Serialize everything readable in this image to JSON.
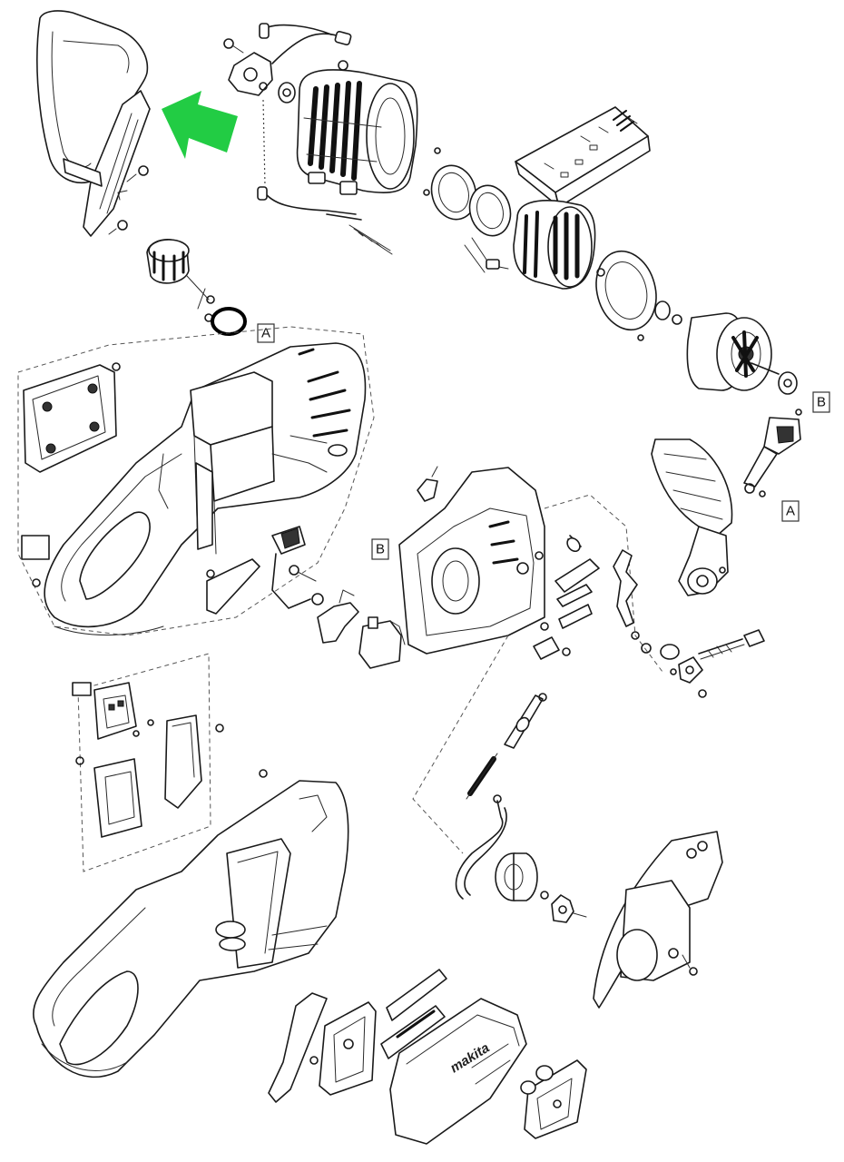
{
  "colors": {
    "highlight_arrow": "#22cc44",
    "line": "#1a1a1a"
  },
  "labels": {
    "ref_a1": "A",
    "ref_b1": "B",
    "ref_a2": "A",
    "ref_b2": "B",
    "brand_text": "makita"
  },
  "icons": {
    "pointer": "arrow-left-up-icon"
  }
}
